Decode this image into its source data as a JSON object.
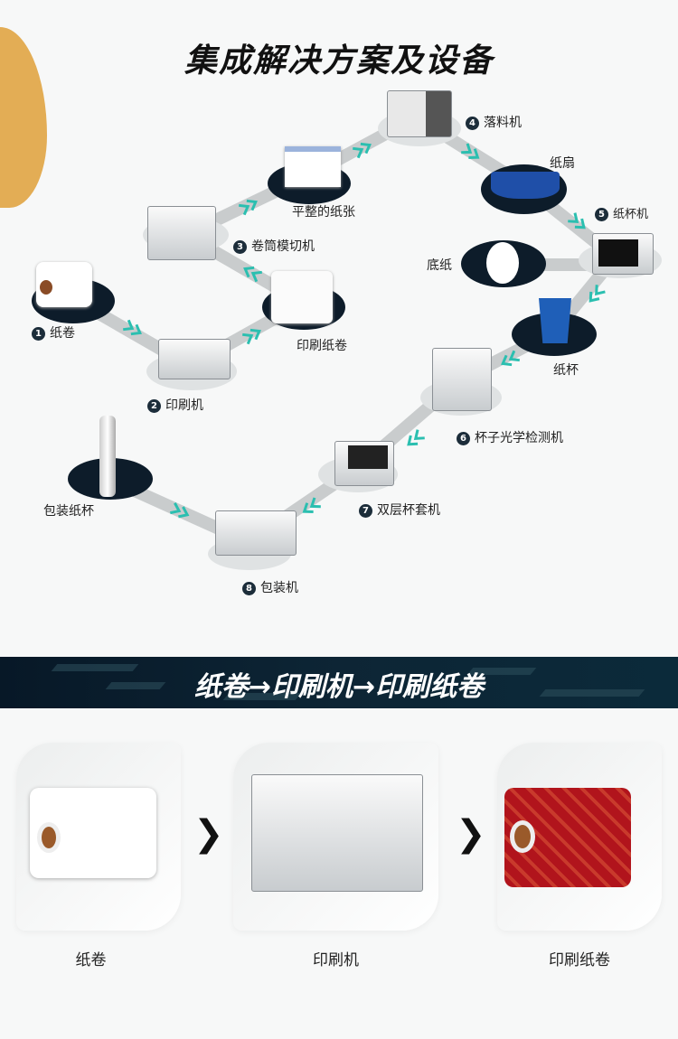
{
  "title": "集成解决方案及设备",
  "steps": {
    "s1": {
      "num": "1",
      "label": "纸卷"
    },
    "s2": {
      "num": "2",
      "label": "印刷机"
    },
    "s2b": {
      "label": "印刷纸卷"
    },
    "s3": {
      "num": "3",
      "label": "卷筒模切机"
    },
    "s3b": {
      "label": "平整的纸张"
    },
    "s4": {
      "num": "4",
      "label": "落料机"
    },
    "s4b": {
      "label": "纸扇"
    },
    "s5": {
      "num": "5",
      "label": "纸杯机"
    },
    "s5a": {
      "label": "底纸"
    },
    "s5b": {
      "label": "纸杯"
    },
    "s6": {
      "num": "6",
      "label": "杯子光学检测机"
    },
    "s7": {
      "num": "7",
      "label": "双层杯套机"
    },
    "s8": {
      "num": "8",
      "label": "包装机"
    },
    "s8b": {
      "label": "包装纸杯"
    }
  },
  "banner": "纸卷→印刷机→印刷纸卷",
  "bottom": {
    "items": [
      "纸卷",
      "印刷机",
      "印刷纸卷"
    ],
    "arrow": "❯"
  },
  "colors": {
    "accent": "#2bbfb0",
    "dark": "#0d1c2a",
    "gold": "#e3ad55"
  }
}
